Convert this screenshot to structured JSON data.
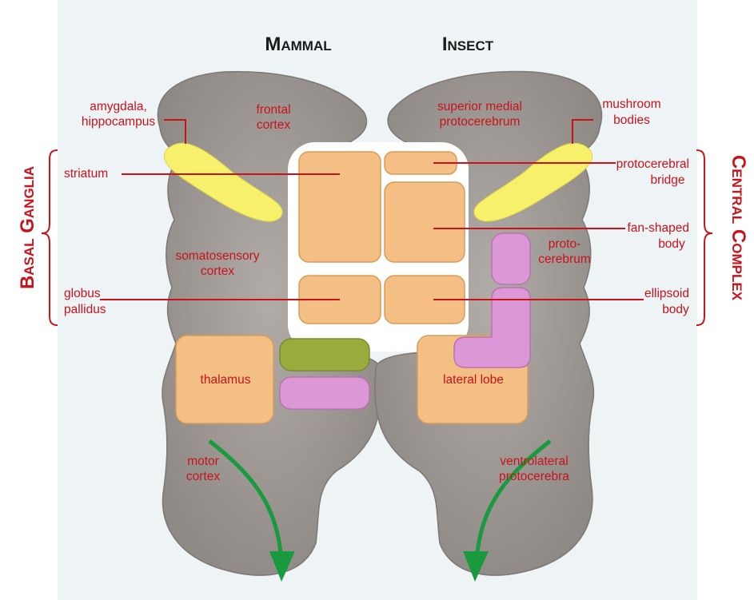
{
  "headers": {
    "mammal": "Mammal",
    "insect": "Insect"
  },
  "side_labels": {
    "left": "Basal Ganglia",
    "right": "Central Complex"
  },
  "labels": {
    "amygdala_1": "amygdala,",
    "amygdala_2": "hippocampus",
    "frontal_1": "frontal",
    "frontal_2": "cortex",
    "striatum": "striatum",
    "somato_1": "somatosensory",
    "somato_2": "cortex",
    "globus_1": "globus",
    "globus_2": "pallidus",
    "thalamus": "thalamus",
    "motor_1": "motor",
    "motor_2": "cortex",
    "smp_1": "superior medial",
    "smp_2": "protocerebrum",
    "mushroom_1": "mushroom",
    "mushroom_2": "bodies",
    "pb_1": "protocerebral",
    "pb_2": "bridge",
    "fsb_1": "fan-shaped",
    "fsb_2": "body",
    "proto_1": "proto-",
    "proto_2": "cerebrum",
    "eb_1": "ellipsoid",
    "eb_2": "body",
    "lateral_lobe": "lateral lobe",
    "vl_1": "ventrolateral",
    "vl_2": "protocerebra"
  },
  "colors": {
    "background": "#eef3f6",
    "brain": "#a09a96",
    "orange": "#f4bf84",
    "yellow": "#f7f06a",
    "green": "#98ab3c",
    "pink": "#dc98d6",
    "label_red": "#c8131b",
    "arrow_green": "#1a9a3e"
  }
}
